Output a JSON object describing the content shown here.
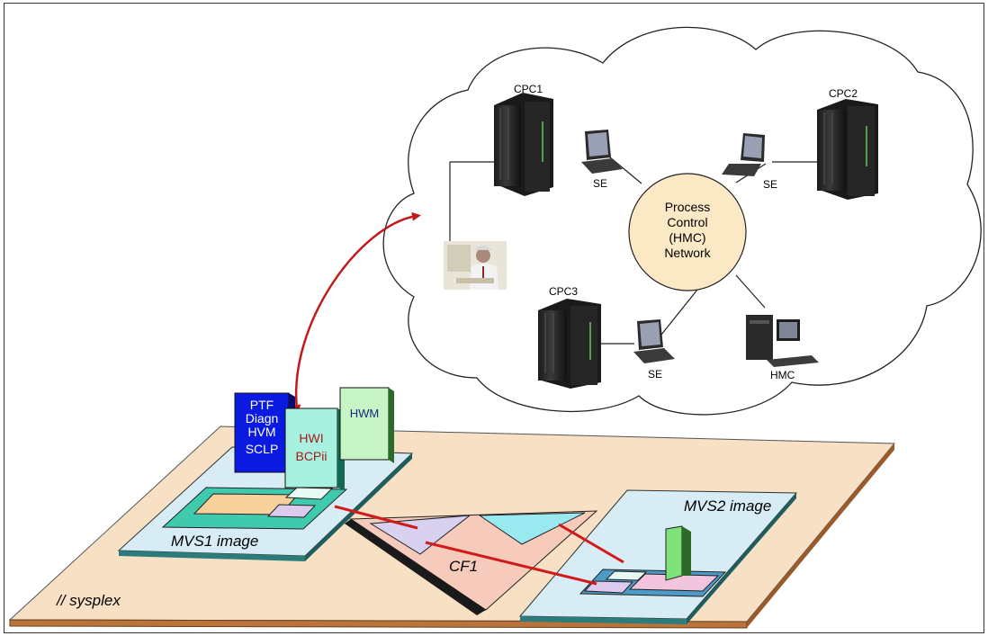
{
  "cloud": {
    "cpc1_label": "CPC1",
    "cpc2_label": "CPC2",
    "cpc3_label": "CPC3",
    "se1_label": "SE",
    "se2_label": "SE",
    "se3_label": "SE",
    "hmc_label": "HMC",
    "network": {
      "line1": "Process",
      "line2": "Control",
      "line3": "(HMC)",
      "line4": "Network"
    }
  },
  "blocks": {
    "ptf": {
      "line1": "PTF",
      "line2": "Diagn",
      "line3": "HVM",
      "line4": "SCLP"
    },
    "hwi": {
      "line1": "HWI",
      "line2": "BCPii"
    },
    "hwm": {
      "line1": "HWM"
    }
  },
  "platform": {
    "mvs1_label": "MVS1 image",
    "mvs2_label": "MVS2 image",
    "cf_label": "CF1",
    "sysplex_label": "// sysplex"
  },
  "colors": {
    "cloud_fill": "#ffffff",
    "network_fill": "#fbe9c6",
    "platform_fill": "#f7e0c4",
    "platform_edge": "#b9743c",
    "image_fill": "#d7ecf5",
    "image_edge": "#2c7c7c",
    "cf_fill": "#f7cbbb",
    "link_red": "#d11b1b",
    "ptf_blue": "#0a1ae0",
    "hwi_cyan": "#a8f0e0",
    "hwm_green": "#c6f4c4",
    "text_red": "#a31c1c",
    "text_navy": "#1a2a7a"
  }
}
